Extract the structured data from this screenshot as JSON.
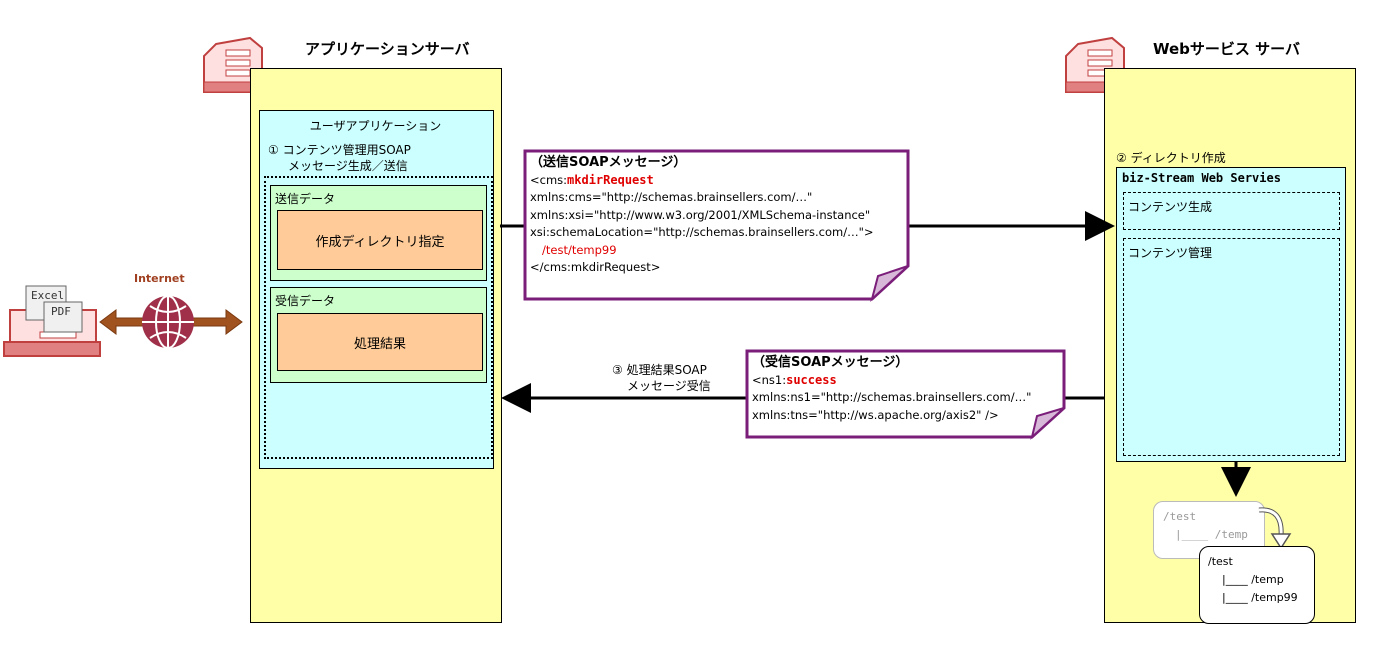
{
  "app_server": {
    "title": "アプリケーションサーバ"
  },
  "ws_server": {
    "title": "Webサービス サーバ"
  },
  "user_app": {
    "title": "ユーザアプリケーション",
    "step1_line1": "① コンテンツ管理用SOAP",
    "step1_line2": "メッセージ生成／送信",
    "send_data": {
      "label": "送信データ",
      "item": "作成ディレクトリ指定"
    },
    "recv_data": {
      "label": "受信データ",
      "item": "処理結果"
    }
  },
  "internet": {
    "label": "Internet",
    "excel": "Excel",
    "pdf": "PDF"
  },
  "send_msg": {
    "header": "（送信SOAPメッセージ）",
    "l1a": "<cms:",
    "l1b": "mkdirRequest",
    "l2": " xmlns:cms=\"http://schemas.brainsellers.com/…\"",
    "l3": " xmlns:xsi=\"http://www.w3.org/2001/XMLSchema-instance\"",
    "l4": " xsi:schemaLocation=\"http://schemas.brainsellers.com/…\">",
    "l5": "/test/temp99",
    "l6": "</cms:mkdirRequest>"
  },
  "recv_msg": {
    "header": "（受信SOAPメッセージ）",
    "l1a": "<ns1:",
    "l1b": "success",
    "l2": " xmlns:ns1=\"http://schemas.brainsellers.com/…\"",
    "l3": " xmlns:tns=\"http://ws.apache.org/axis2\" />"
  },
  "step3": {
    "line1": "③ 処理結果SOAP",
    "line2": "メッセージ受信"
  },
  "step2": {
    "label": "② ディレクトリ作成"
  },
  "biz": {
    "title": "biz-Stream Web Servies",
    "gen": "コンテンツ生成",
    "mgmt": "コンテンツ管理"
  },
  "dir_before": {
    "root": "/test",
    "child": "|____ /temp"
  },
  "dir_after": {
    "root": "/test",
    "child1": "|____ /temp",
    "child2": "|____ /temp99"
  }
}
